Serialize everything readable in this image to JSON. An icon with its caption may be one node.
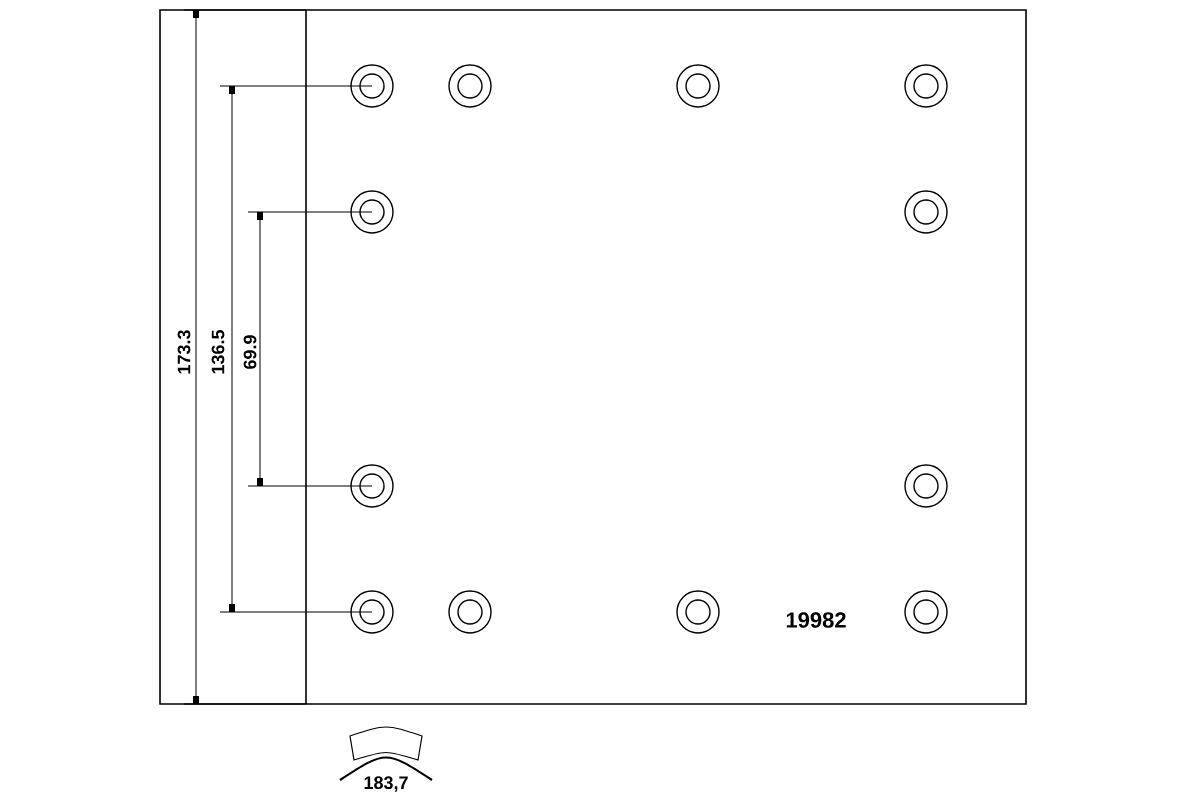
{
  "diagram": {
    "labels": [
      "173.3",
      "136.5",
      "69.9",
      "19982",
      "183,7"
    ]
  }
}
